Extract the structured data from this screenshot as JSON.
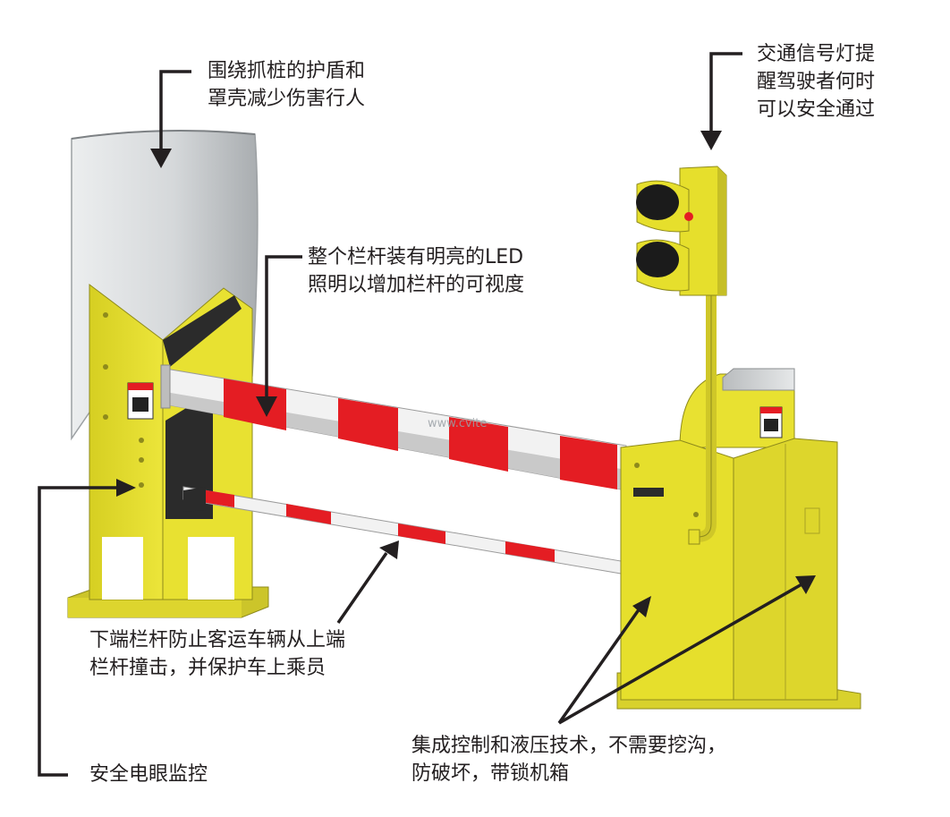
{
  "callouts": {
    "shield": {
      "line1": "围绕抓桩的护盾和",
      "line2": "罩壳减少伤害行人"
    },
    "signal": {
      "line1": "交通信号灯提",
      "line2": "醒驾驶者何时",
      "line3": "可以安全通过"
    },
    "led": {
      "line1": "整个栏杆装有明亮的LED",
      "line2": "照明以增加栏杆的可视度"
    },
    "lower_arm": {
      "line1": "下端栏杆防止客运车辆从上端",
      "line2": "栏杆撞击，并保护车上乘员"
    },
    "hydraulic": {
      "line1": "集成控制和液压技术，不需要挖沟，",
      "line2": "防破坏，带锁机箱"
    },
    "photo_eye": {
      "line1": "安全电眼监控"
    }
  },
  "watermark": "www.cvite",
  "colors": {
    "body_yellow": "#e6df2c",
    "arm_red": "#e41d23",
    "arm_white": "#f2f2f2",
    "shield_gray": "#d9dcde",
    "ink": "#231f20"
  }
}
